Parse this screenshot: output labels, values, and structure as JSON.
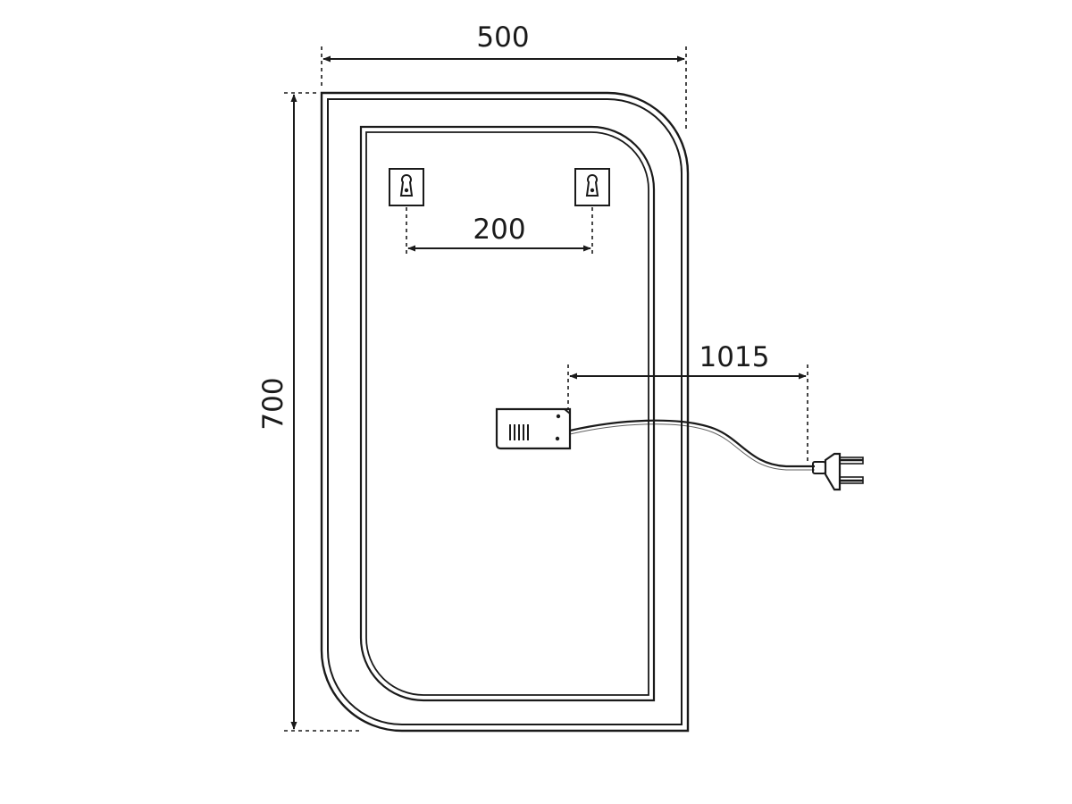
{
  "dimensions": {
    "width_label": "500",
    "height_label": "700",
    "hook_spacing_label": "200",
    "cable_length_label": "1015"
  },
  "components": {
    "mirror": "mirror-frame",
    "hooks": [
      "keyhole-hook-left",
      "keyhole-hook-right"
    ],
    "driver": "power-driver-box",
    "plug": "power-plug-icon"
  },
  "colors": {
    "line": "#1a1a1a",
    "background": "#ffffff"
  }
}
